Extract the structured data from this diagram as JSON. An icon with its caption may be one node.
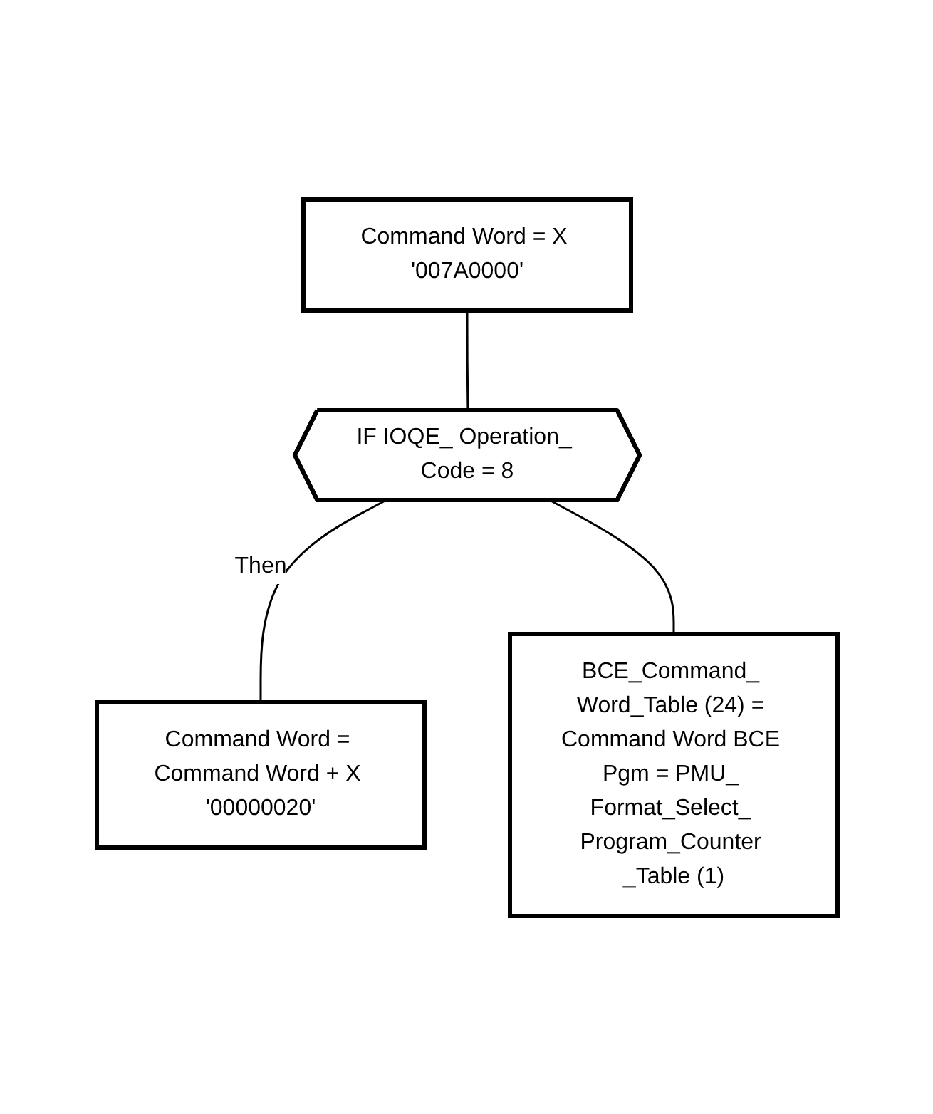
{
  "diagram": {
    "nodes": [
      {
        "text": [
          "Command Word = X '007A0000'"
        ]
      },
      {
        "text": [
          "IF IOQE_ Operation_ Code = 8"
        ]
      },
      {
        "text": [
          "Command Word = Command Word + X '00000020'"
        ]
      },
      {
        "text": [
          "BCE_Command_ Word_Table (24) = Command Word BCE Pgm = PMU_ Format_Select_ Program_Counter _Table (1)"
        ]
      }
    ],
    "edges": [
      {
        "from": 0,
        "to": 1,
        "arrow": "none"
      },
      {
        "from": 1,
        "to": 2,
        "label": "Then",
        "arrow": "none"
      },
      {
        "from": 1,
        "to": 3,
        "arrow": "none"
      }
    ]
  }
}
